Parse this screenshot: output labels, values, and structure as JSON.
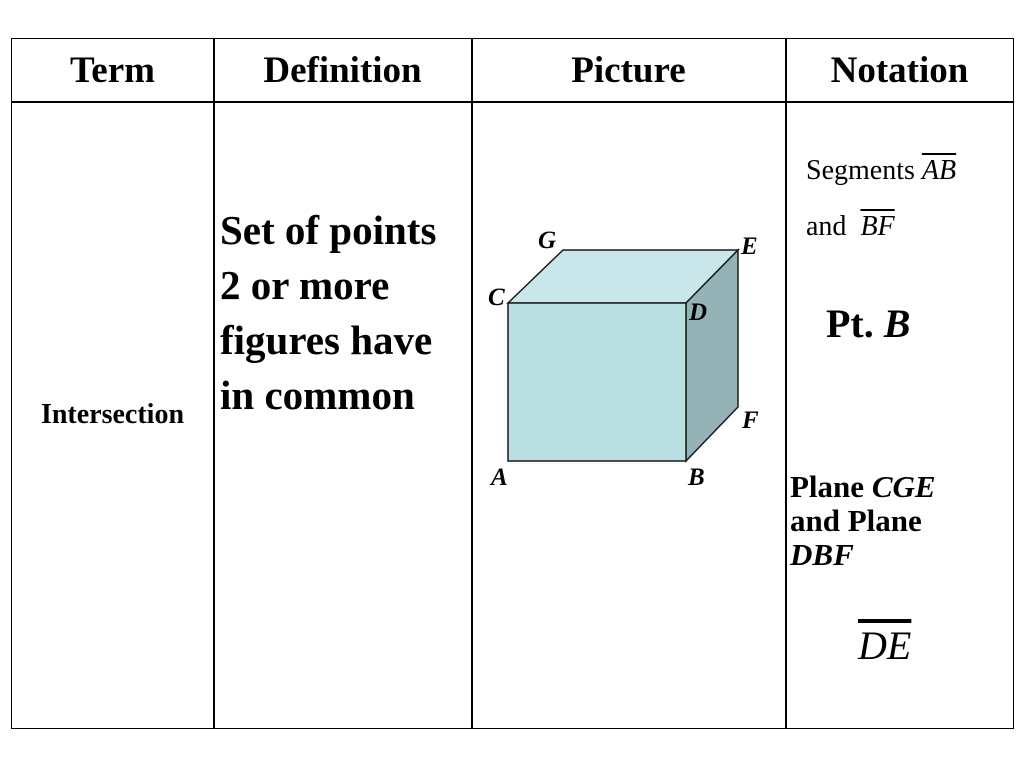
{
  "headers": [
    "Term",
    "Definition",
    "Picture",
    "Notation"
  ],
  "row": {
    "term": "Intersection",
    "definition": "Set of points 2 or more figures have in common",
    "picture_labels": {
      "A": "A",
      "B": "B",
      "C": "C",
      "D": "D",
      "E": "E",
      "F": "F",
      "G": "G"
    },
    "notation": {
      "segments_word": "Segments",
      "seg1": "AB",
      "and_word": "and",
      "seg2": "BF",
      "pt_word": "Pt.",
      "pt_label": "B",
      "plane_word": "Plane",
      "plane1": "CGE",
      "and_plane_word": "and Plane",
      "plane2": "DBF",
      "line_label": "DE"
    }
  },
  "colors": {
    "cube_front": "#b9dfe3",
    "cube_top": "#c9e7ea",
    "cube_side": "#94b3b7",
    "border": "#000000"
  }
}
